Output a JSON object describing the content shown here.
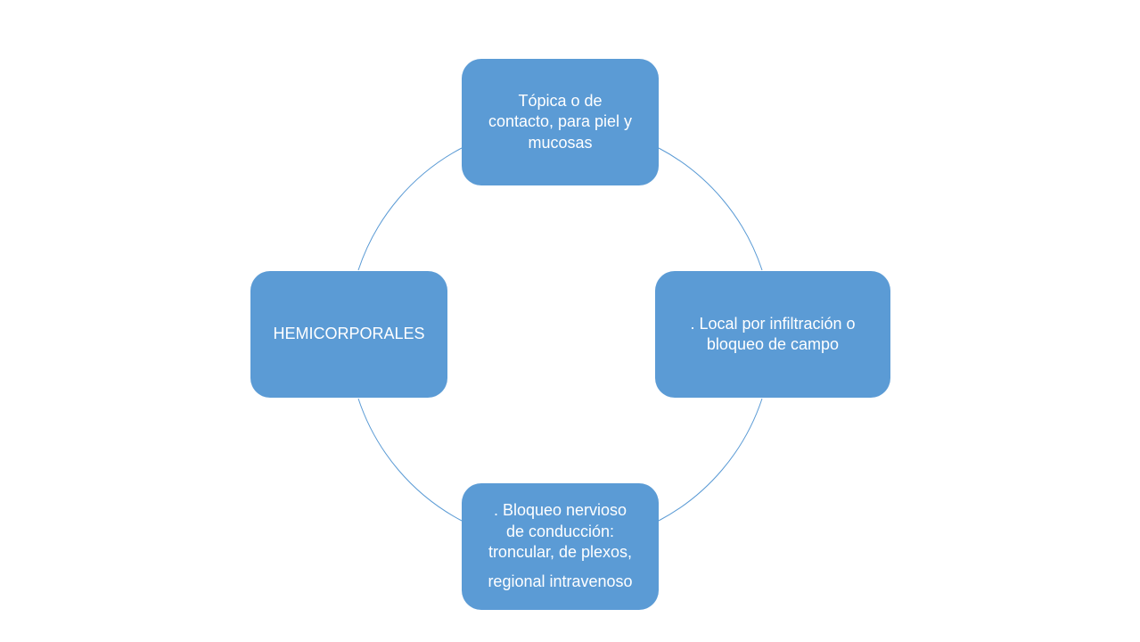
{
  "diagram": {
    "type": "cycle",
    "connector_color": "#5b9bd5",
    "node_color": "#5b9bd5",
    "text_color": "#ffffff",
    "nodes": {
      "top": {
        "lines": [
          "Tópica o de",
          "contacto, para piel y",
          "mucosas"
        ]
      },
      "right": {
        "lines": [
          ". Local por infiltración o",
          "bloqueo de campo"
        ]
      },
      "bottom": {
        "lines": [
          ". Bloqueo nervioso",
          "de conducción:",
          "troncular, de plexos,",
          "regional intravenoso"
        ]
      },
      "left": {
        "lines": [
          "HEMICORPORALES"
        ]
      }
    }
  }
}
